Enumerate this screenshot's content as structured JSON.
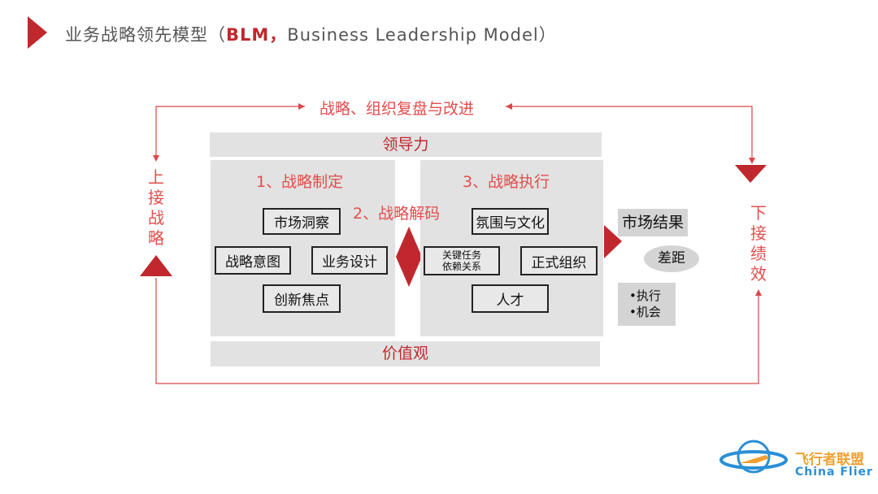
{
  "header": {
    "title_prefix": "业务战略领先模型（",
    "title_highlight": "BLM，",
    "title_suffix": "Business Leadership Model）"
  },
  "diagram": {
    "top_loop_label": "战略、组织复盘与改进",
    "leadership": "领导力",
    "values": "价值观",
    "left_label": [
      "上",
      "接",
      "战",
      "略"
    ],
    "right_label": [
      "下",
      "接",
      "绩",
      "效"
    ],
    "strategy_formulation": {
      "title": "1、战略制定",
      "boxes": {
        "top": "市场洞察",
        "left": "战略意图",
        "right": "业务设计",
        "bottom": "创新焦点"
      }
    },
    "decoding": "2、战略解码",
    "strategy_execution": {
      "title": "3、战略执行",
      "boxes": {
        "top": "氛围与文化",
        "left_line1": "关键任务",
        "left_line2": "依赖关系",
        "right": "正式组织",
        "bottom": "人才"
      }
    },
    "results": {
      "market_result": "市场结果",
      "gap": "差距",
      "item1": "•执行",
      "item2": "•机会"
    },
    "colors": {
      "accent_red": "#c0282d",
      "light_red": "#e34d4d",
      "panel_gray": "#e2e2e2"
    }
  },
  "watermark": {
    "cn": "飞行者联盟",
    "en": "China Flier"
  }
}
